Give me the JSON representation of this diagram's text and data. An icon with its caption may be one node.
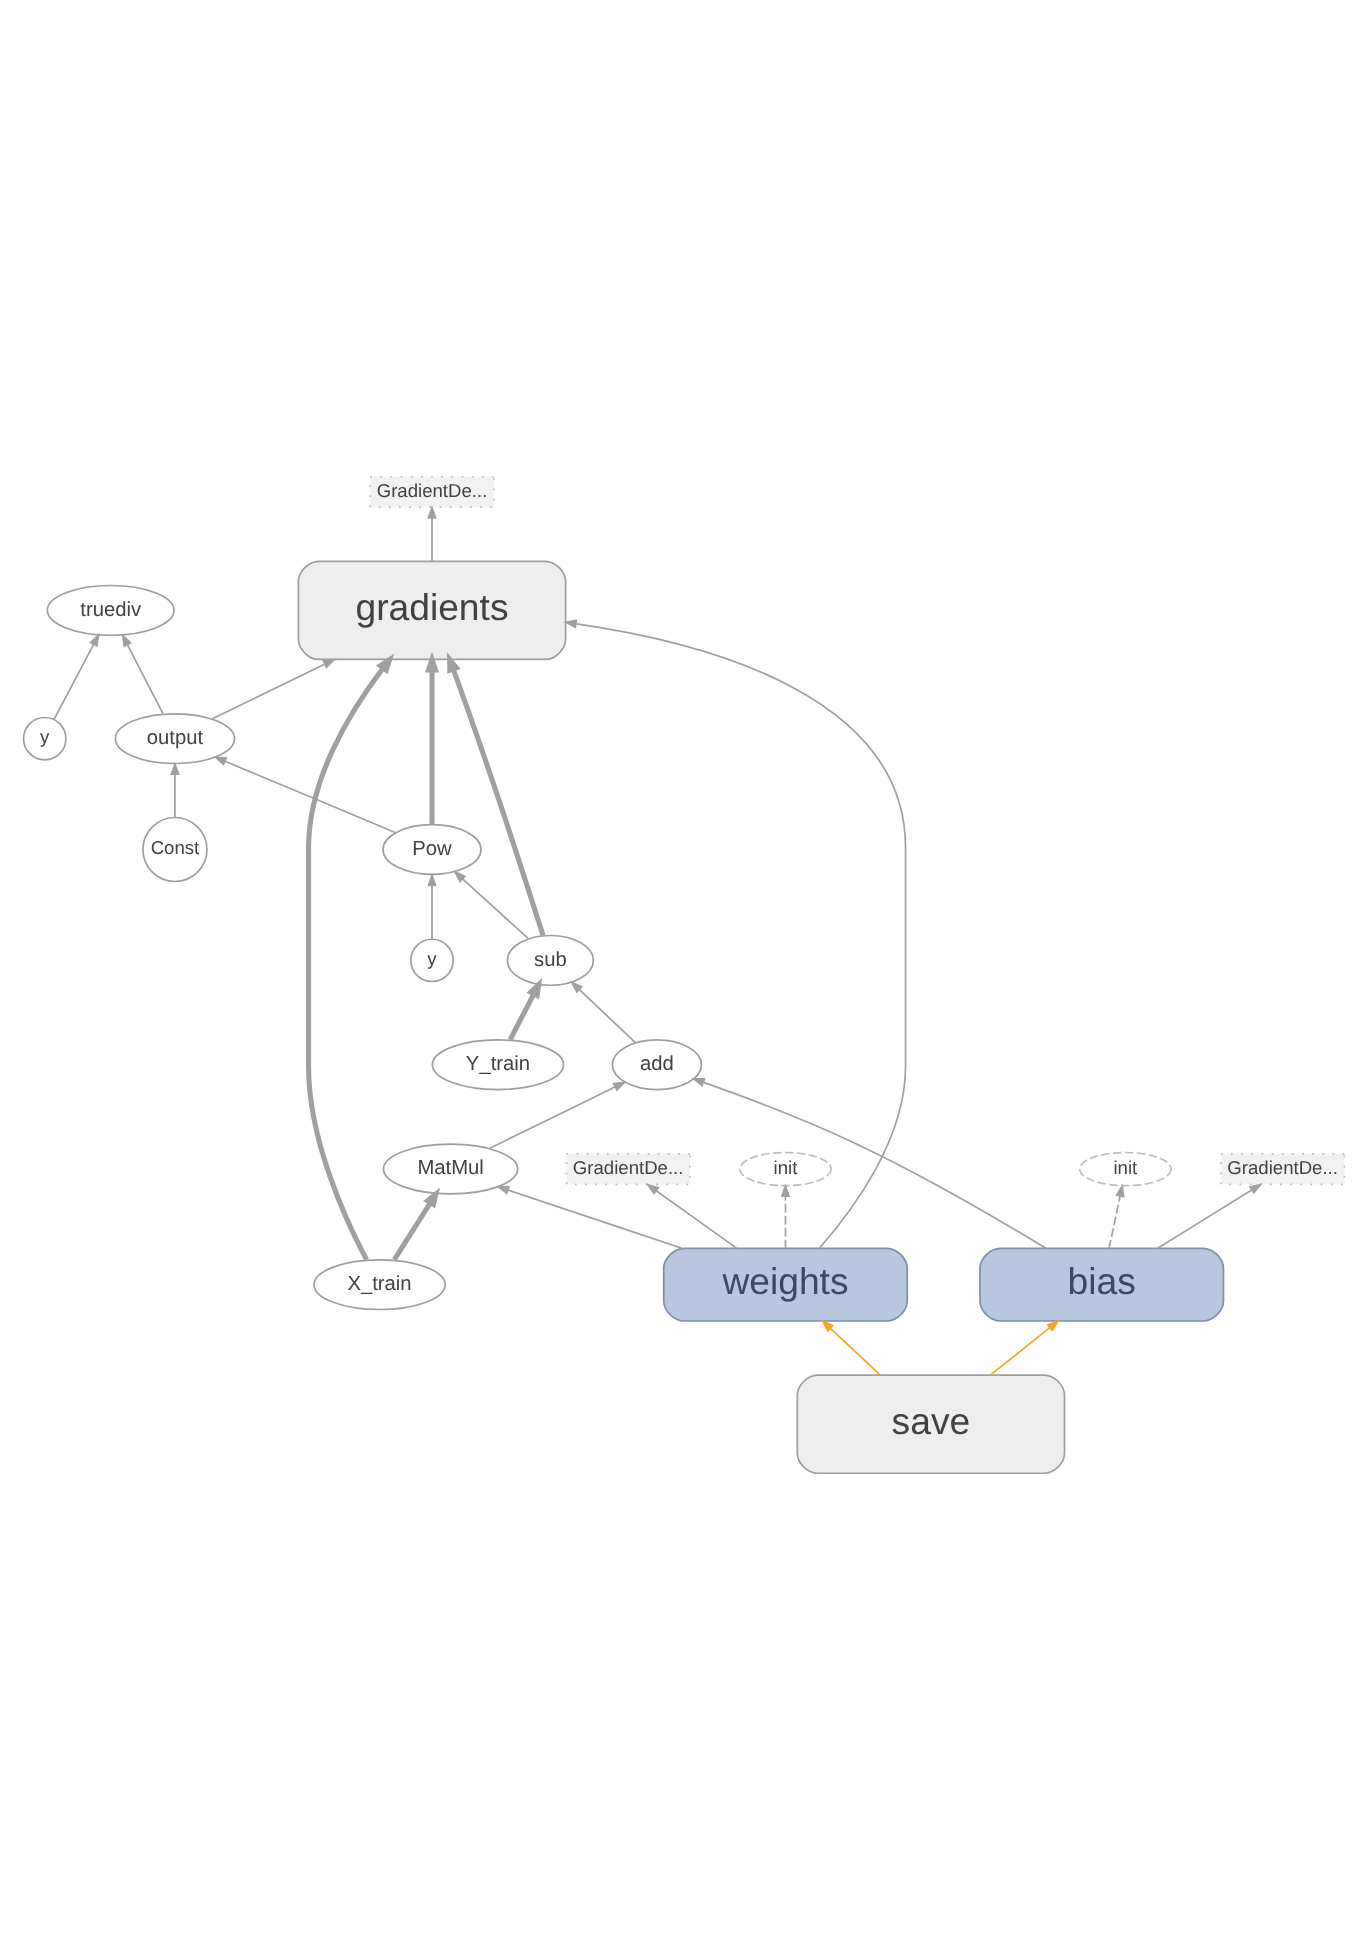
{
  "diagram": {
    "nodes": [
      {
        "text": [
          "gradients"
        ]
      },
      {
        "text": [
          "GradientDe..."
        ]
      },
      {
        "text": [
          "truediv"
        ]
      },
      {
        "text": [
          "y"
        ]
      },
      {
        "text": [
          "output"
        ]
      },
      {
        "text": [
          "Const"
        ]
      },
      {
        "text": [
          "Pow"
        ]
      },
      {
        "text": [
          "y"
        ]
      },
      {
        "text": [
          "sub"
        ]
      },
      {
        "text": [
          "add"
        ]
      },
      {
        "text": [
          "Y_train"
        ]
      },
      {
        "text": [
          "save"
        ]
      },
      {
        "text": [
          "MatMul"
        ]
      },
      {
        "text": [
          "bias"
        ]
      },
      {
        "text": [
          "GradientDe..."
        ]
      },
      {
        "text": [
          "init"
        ]
      },
      {
        "text": [
          "X_train"
        ]
      },
      {
        "text": [
          "weights"
        ]
      },
      {
        "text": [
          "GradientDe..."
        ]
      },
      {
        "text": [
          "init"
        ]
      }
    ],
    "edges": [
      {
        "from": 3,
        "to": 2,
        "arrow": "to"
      },
      {
        "from": 4,
        "to": 2,
        "arrow": "to"
      },
      {
        "from": 0,
        "to": 1,
        "arrow": "to"
      },
      {
        "from": 4,
        "to": 0,
        "arrow": "to"
      },
      {
        "from": 5,
        "to": 4,
        "arrow": "to"
      },
      {
        "from": 6,
        "to": 4,
        "arrow": "to"
      },
      {
        "from": 7,
        "to": 6,
        "arrow": "to"
      },
      {
        "from": 6,
        "to": 0,
        "arrow": "to",
        "style": "thick"
      },
      {
        "from": 8,
        "to": 6,
        "arrow": "to"
      },
      {
        "from": 8,
        "to": 0,
        "arrow": "to",
        "style": "thick"
      },
      {
        "from": 9,
        "to": 8,
        "arrow": "to"
      },
      {
        "from": 10,
        "to": 8,
        "arrow": "to",
        "style": "thick"
      },
      {
        "from": 12,
        "to": 9,
        "arrow": "to"
      },
      {
        "from": 13,
        "to": 9,
        "arrow": "to"
      },
      {
        "from": 11,
        "to": 13,
        "arrow": "to",
        "color": "#f5a623"
      },
      {
        "from": 11,
        "to": 17,
        "arrow": "to",
        "color": "#f5a623"
      },
      {
        "from": 13,
        "to": 14,
        "arrow": "to"
      },
      {
        "from": 13,
        "to": 15,
        "arrow": "to",
        "style": "dashed"
      },
      {
        "from": 17,
        "to": 12,
        "arrow": "to"
      },
      {
        "from": 16,
        "to": 12,
        "arrow": "to",
        "style": "thick"
      },
      {
        "from": 16,
        "to": 0,
        "arrow": "to",
        "style": "thick"
      },
      {
        "from": 17,
        "to": 0,
        "arrow": "to"
      },
      {
        "from": 17,
        "to": 18,
        "arrow": "to"
      },
      {
        "from": 17,
        "to": 19,
        "arrow": "to",
        "style": "dashed"
      }
    ]
  }
}
